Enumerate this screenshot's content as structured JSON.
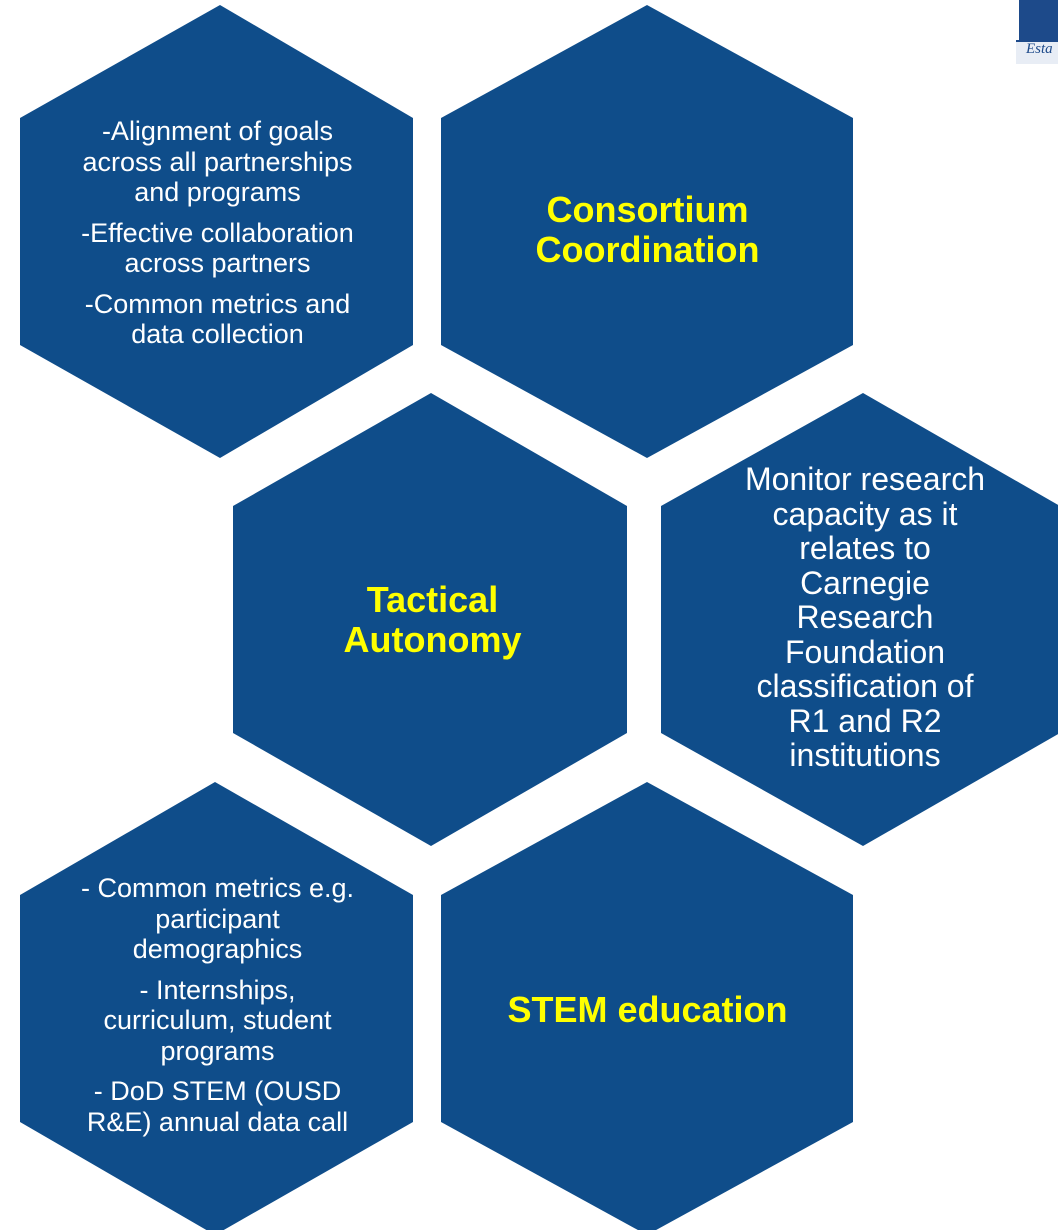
{
  "colors": {
    "hexagon_fill": "#0f4d8a",
    "title_text": "#ffff00",
    "body_text": "#ffffff"
  },
  "logo": {
    "text": "Esta"
  },
  "hexagons": {
    "goals": {
      "paras": [
        "-Alignment of goals across all partnerships and programs",
        "-Effective collaboration across partners",
        "-Common metrics and data collection"
      ]
    },
    "consortium": {
      "title": "Consortium Coordination"
    },
    "tactical": {
      "title": "Tactical Autonomy"
    },
    "research": {
      "text": "Monitor research capacity as it relates to Carnegie Research Foundation classification of R1 and R2 institutions"
    },
    "metrics": {
      "paras": [
        "- Common metrics e.g. participant demographics",
        "- Internships, curriculum, student programs",
        "- DoD STEM (OUSD R&E) annual data call"
      ]
    },
    "stem": {
      "title": "STEM education"
    }
  }
}
